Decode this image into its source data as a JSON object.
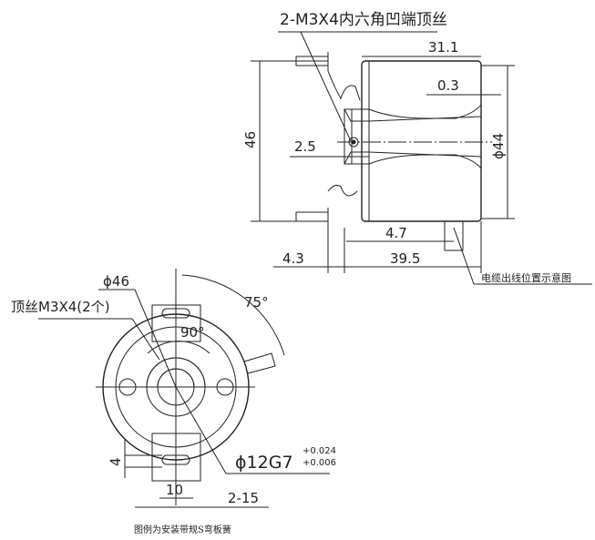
{
  "side_view": {
    "screw_note": "2-M3X4内六角凹端顶丝",
    "dim_length": "31.1",
    "dim_gap": "0.3",
    "dim_height": "46",
    "dim_flange": "2.5",
    "dim_diameter": "44",
    "dim_offset": "4.7",
    "dim_spring": "4.3",
    "dim_total": "39.5",
    "cable_note": "电缆出线位置示意图"
  },
  "front_view": {
    "dim_outer": "46",
    "screw_note": "顶丝M3X4(2个)",
    "angle_cable": "75°",
    "angle_screws": "90°",
    "bore": "12G7",
    "tol_upper": "+0.024",
    "tol_lower": "+0.006",
    "dim_slot_height": "4",
    "dim_slot_width": "10",
    "dim_slot_count": "2-15",
    "diameter_symbol": "ϕ"
  },
  "caption": "图例为安装带规S弯板簧"
}
